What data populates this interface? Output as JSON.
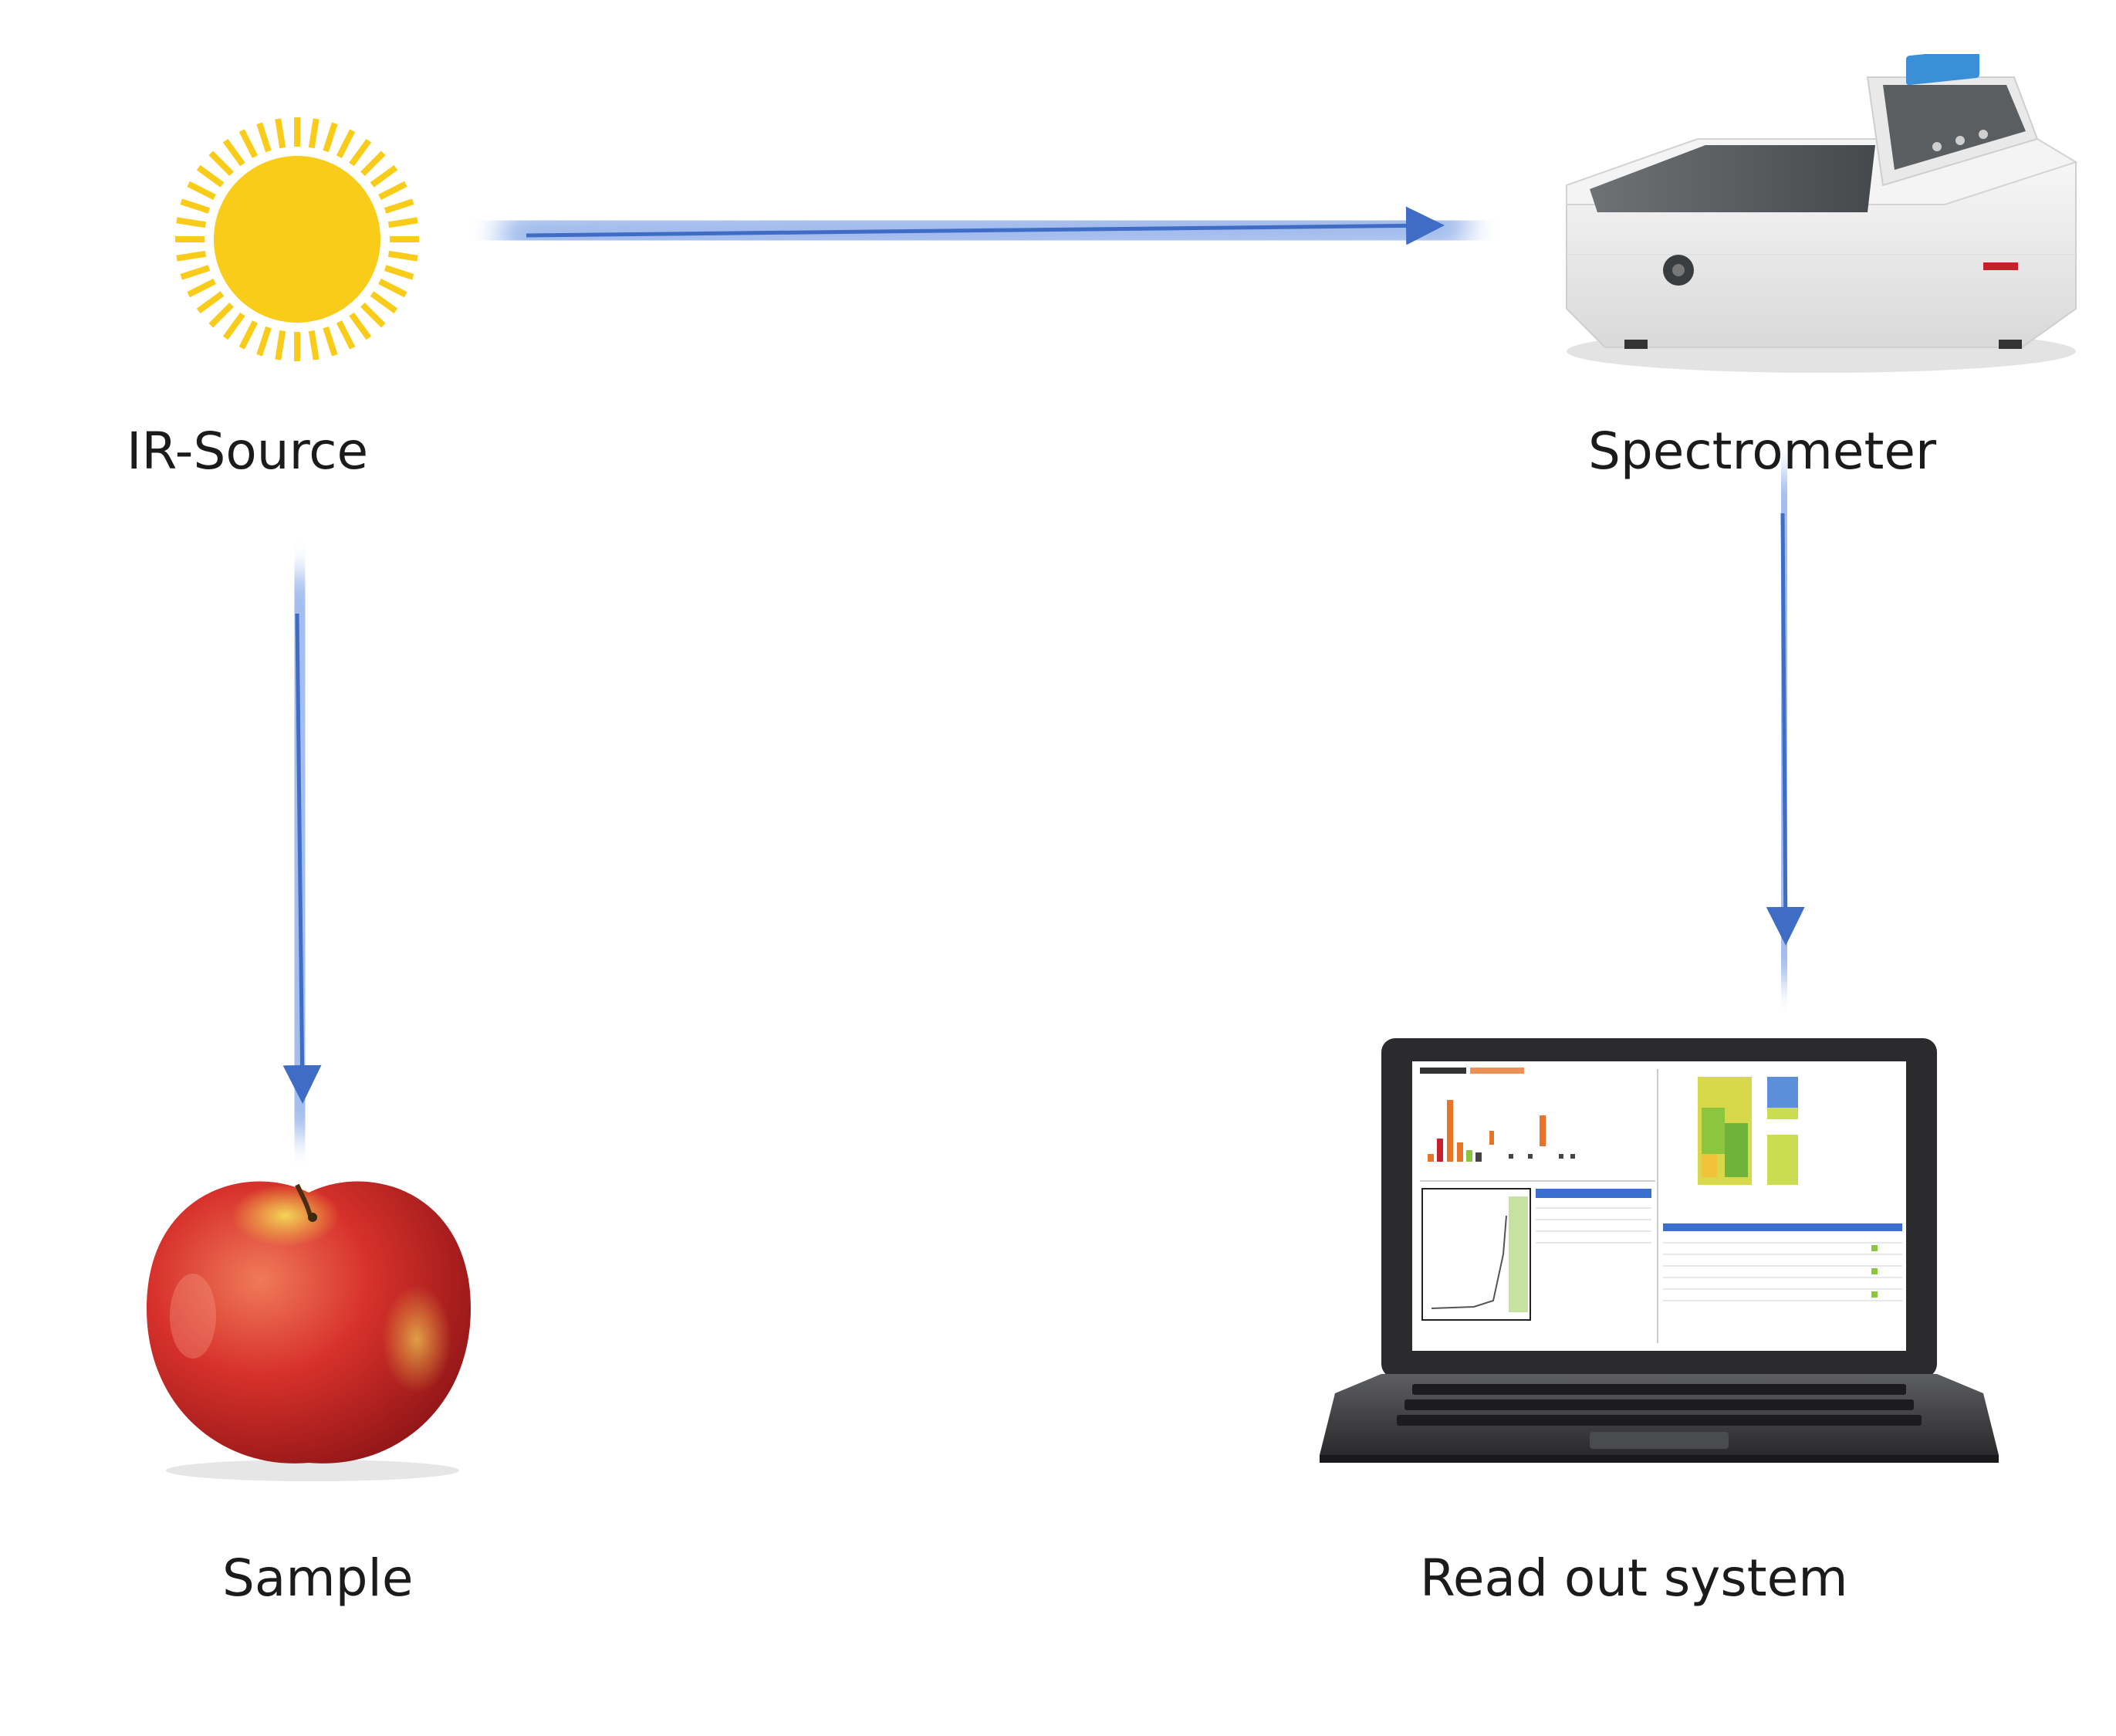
{
  "nodes": {
    "source": {
      "label": "IR-Source",
      "icon": "sun-icon"
    },
    "spectrometer": {
      "label": "Spectrometer",
      "icon": "spectrometer-icon"
    },
    "sample": {
      "label": "Sample",
      "icon": "apple-icon"
    },
    "readout": {
      "label": "Read out system",
      "icon": "laptop-icon"
    }
  },
  "edges": [
    {
      "from": "IR-Source",
      "to": "Spectrometer"
    },
    {
      "from": "IR-Source",
      "to": "Sample"
    },
    {
      "from": "Spectrometer",
      "to": "Read out system"
    }
  ],
  "colors": {
    "arrow": "#3f6cc4",
    "glow": "#7fa3e6",
    "sun": "#f9cc1a",
    "apple": "#d7312b",
    "apple_highlight": "#f2d24a",
    "laptop_frame": "#2b2b2d",
    "bar_accent": "#e8742a",
    "heatmap_green": "#8cc63f"
  }
}
